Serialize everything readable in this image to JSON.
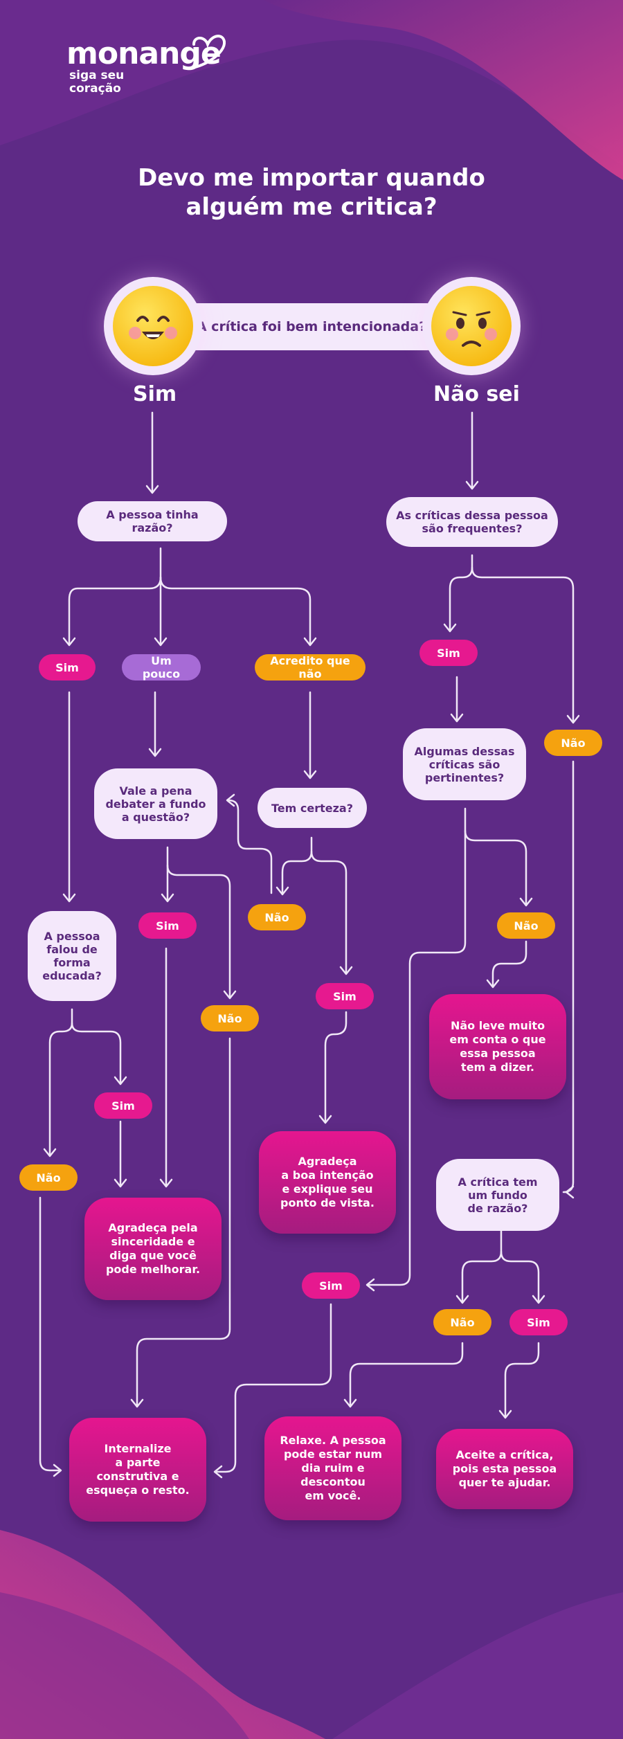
{
  "brand": {
    "name": "monange",
    "tagline_1": "siga seu",
    "tagline_2": "coração"
  },
  "title_line1": "Devo me importar quando",
  "title_line2": "alguém me critica?",
  "start_question": "A crítica foi bem intencionada?",
  "answer_yes": "Sim",
  "answer_dontknow": "Não sei",
  "left": {
    "q1": "A pessoa tinha razão?",
    "sim": "Sim",
    "um_pouco": "Um pouco",
    "acredito_que_nao": "Acredito que não",
    "vale_a_pena": [
      "Vale a pena",
      "debater a fundo",
      "a questão?"
    ],
    "tem_certeza": "Tem certeza?",
    "nao_1": "Não",
    "sim_2": "Sim",
    "nao_2": "Não",
    "sim_3": "Sim",
    "pessoa_educada": [
      "A pessoa",
      "falou de",
      "forma",
      "educada?"
    ],
    "sim_4": "Sim",
    "nao_3": "Não",
    "res_agradeca_sinceridade": [
      "Agradeça pela",
      "sinceridade e",
      "diga que você",
      "pode melhorar."
    ],
    "res_agradeca_intencao": [
      "Agradeça",
      "a boa intenção",
      "e explique seu",
      "ponto de vista."
    ],
    "res_internalize": [
      "Internalize",
      "a parte",
      "construtiva e",
      "esqueça o resto."
    ]
  },
  "right": {
    "q1": [
      "As críticas dessa pessoa",
      "são frequentes?"
    ],
    "sim": "Sim",
    "nao": "Não",
    "pertinentes": [
      "Algumas dessas",
      "críticas são",
      "pertinentes?"
    ],
    "nao_2": "Não",
    "res_nao_leve": [
      "Não leve muito",
      "em conta o que",
      "essa pessoa",
      "tem a dizer."
    ],
    "fundo_razao": [
      "A crítica tem",
      "um fundo",
      "de razão?"
    ],
    "sim_2": "Sim",
    "nao_3": "Não",
    "sim_3": "Sim",
    "res_relaxe": [
      "Relaxe. A pessoa",
      "pode estar num",
      "dia ruim e descontou",
      "em você."
    ],
    "res_aceite": [
      "Aceite a crítica,",
      "pois esta pessoa",
      "quer te ajudar."
    ]
  },
  "colors": {
    "background": "#5e2a86",
    "question_box": "#f4e8fb",
    "yes_pill": "#e6198f",
    "no_pill": "#f5a20f",
    "little_pill": "#a76bd6",
    "result_box": "#e5168f",
    "arrows": "#ffffff"
  }
}
